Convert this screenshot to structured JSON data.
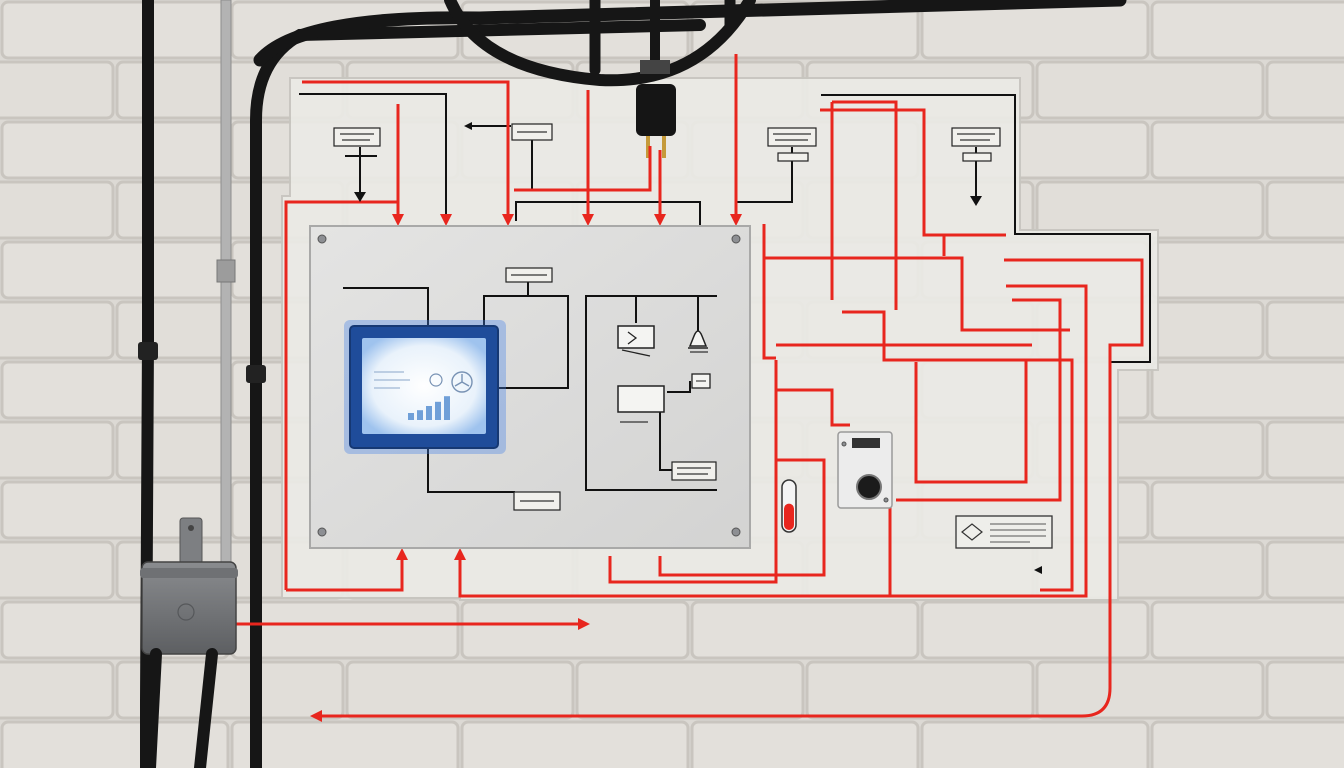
{
  "scene": {
    "subject": "wall-mounted-electrical-control-panel",
    "colors": {
      "wall": "#d9d6d1",
      "board": "#ecebe7",
      "panel": "#dcdcdb",
      "wire_red": "#e8261e",
      "wire_black": "#111111",
      "screen_glow": "#3f7fe8",
      "cable": "#161616"
    },
    "icons": [
      "monitor-display",
      "button-switch",
      "bell-icon",
      "fuse-indicator",
      "junction-box"
    ],
    "monitor": {
      "bar_levels": [
        0.25,
        0.35,
        0.5,
        0.65,
        0.85
      ]
    },
    "indicator": {
      "fill_level": 0.55
    }
  }
}
